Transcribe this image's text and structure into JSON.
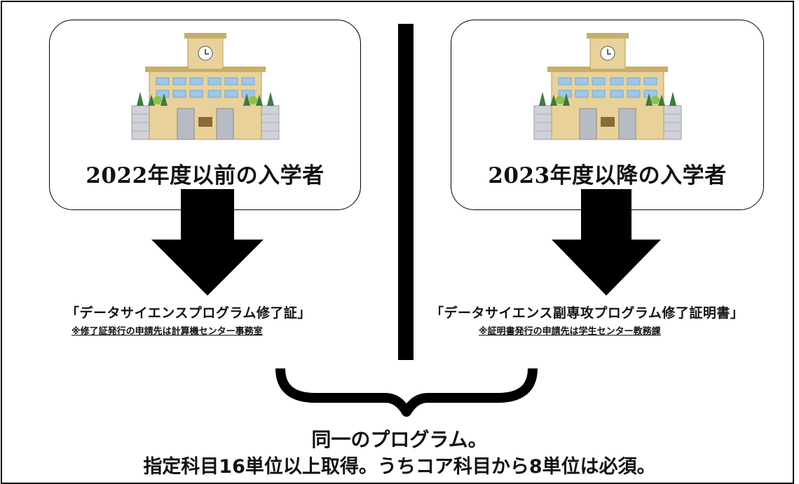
{
  "left": {
    "title": "2022年度以前の入学者",
    "certificate": "「データサイエンスプログラム修了証」",
    "note": "※修了証発行の申請先は計算機センター事務室"
  },
  "right": {
    "title": "2023年度以降の入学者",
    "certificate": "「データサイエンス副専攻プログラム修了証明書」",
    "note": "※証明書発行の申請先は学生センター教務課"
  },
  "summary": {
    "line1": "同一のプログラム。",
    "line2": "指定科目16単位以上取得。うちコア科目から8単位は必須。"
  },
  "colors": {
    "building": "#e8d29a",
    "roof": "#c9ad6a",
    "windows": "#9cc7ea",
    "wall": "#c9ccd2",
    "trees": "#3f7a3f"
  },
  "icons": [
    "school-building-icon",
    "down-arrow-icon",
    "curly-brace-icon"
  ]
}
